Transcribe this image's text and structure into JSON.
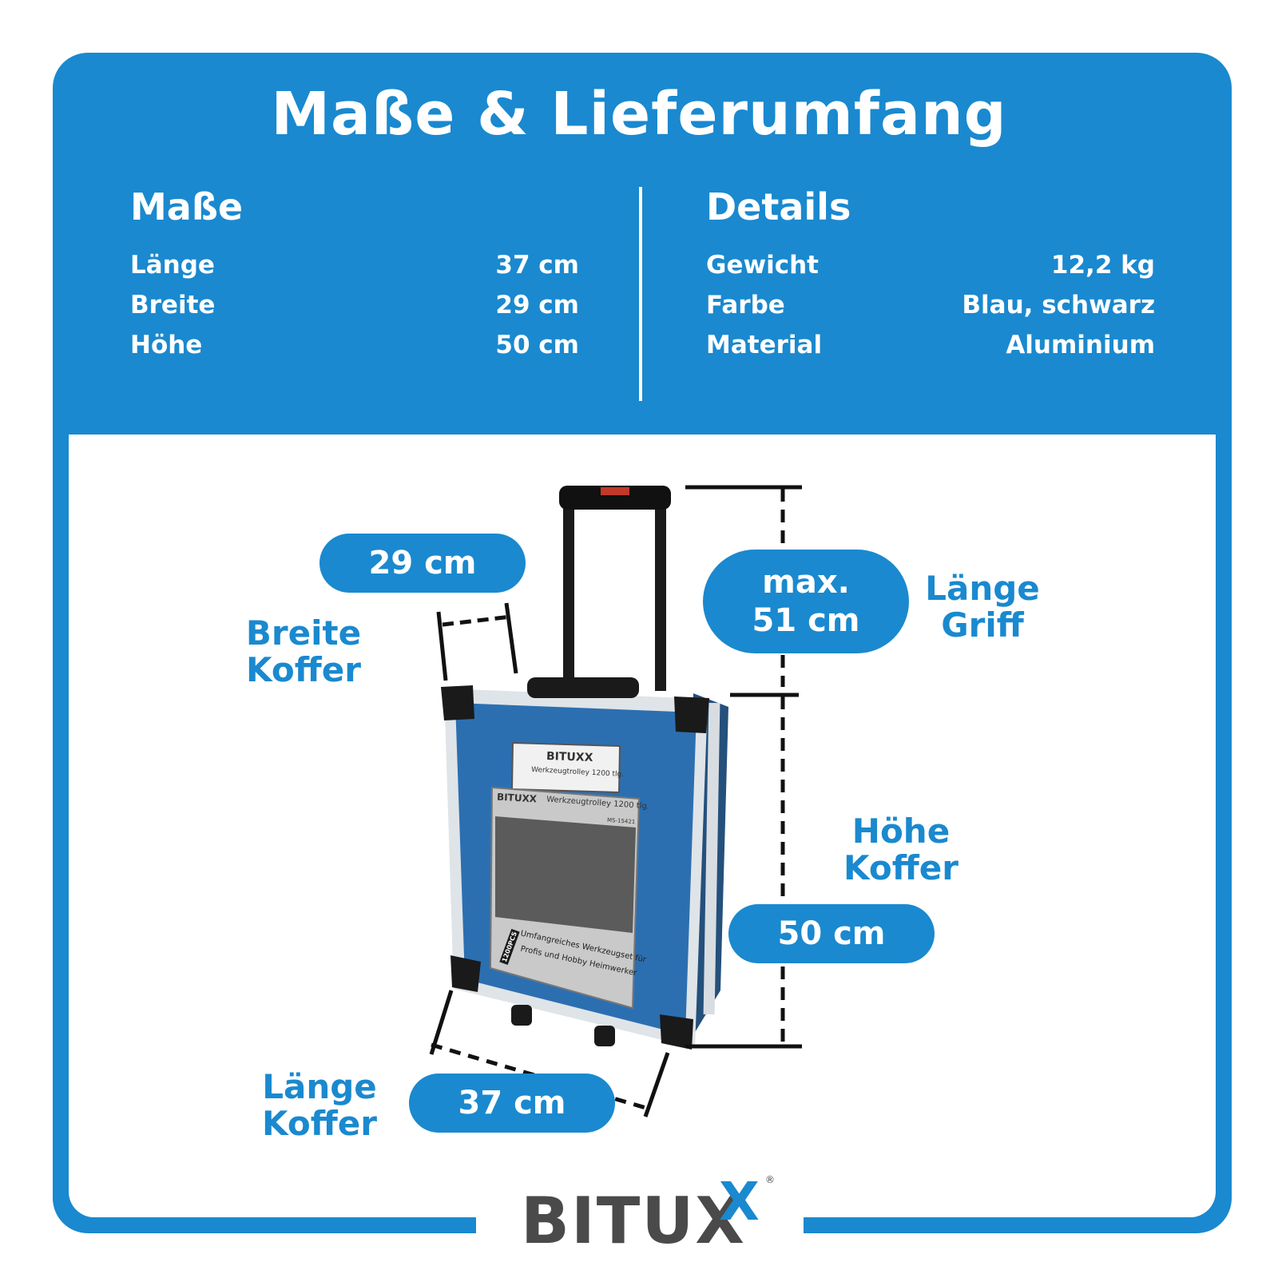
{
  "title": "Maße & Lieferumfang",
  "dimensions": {
    "heading": "Maße",
    "rows": [
      {
        "label": "Länge",
        "value": "37 cm"
      },
      {
        "label": "Breite",
        "value": "29 cm"
      },
      {
        "label": "Höhe",
        "value": "50 cm"
      }
    ]
  },
  "details": {
    "heading": "Details",
    "rows": [
      {
        "label": "Gewicht",
        "value": "12,2 kg"
      },
      {
        "label": "Farbe",
        "value": "Blau, schwarz"
      },
      {
        "label": "Material",
        "value": "Aluminium"
      }
    ]
  },
  "diagram": {
    "breite_value": "29 cm",
    "breite_label_1": "Breite",
    "breite_label_2": "Koffer",
    "griff_value_1": "max.",
    "griff_value_2": "51 cm",
    "griff_label_1": "Länge",
    "griff_label_2": "Griff",
    "hoehe_label_1": "Höhe",
    "hoehe_label_2": "Koffer",
    "hoehe_value": "50 cm",
    "laenge_label_1": "Länge",
    "laenge_label_2": "Koffer",
    "laenge_value": "37 cm"
  },
  "product_label": {
    "brand": "BITUXX",
    "plate_text": "Werkzeugtrolley 1200 tlg.",
    "poster_title": "Werkzeugtrolley 1200 tlg.",
    "poster_code": "MS-15421",
    "poster_line_1": "Umfangreiches Werkzeugset für",
    "poster_line_2": "Profis und Hobby Heimwerker",
    "poster_badge": "1200PCS"
  },
  "logo": {
    "text": "BITUX",
    "x": "X",
    "registered": "®"
  },
  "colors": {
    "brand_blue": "#1a89cf",
    "logo_gray": "#4a4a4a"
  }
}
